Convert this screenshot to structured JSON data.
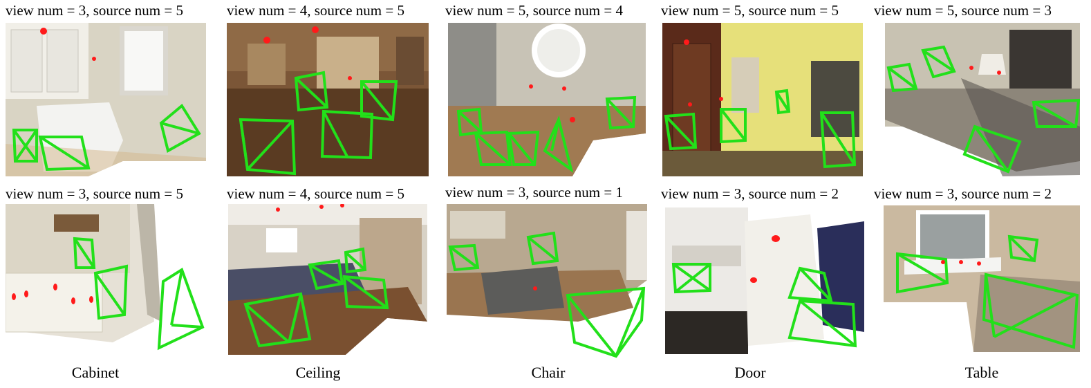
{
  "categories": [
    "Cabinet",
    "Ceiling",
    "Chair",
    "Door",
    "Table"
  ],
  "captions": {
    "r0": [
      "view num = 3, source num = 5",
      "view num = 4, source num = 5",
      "view num = 5, source num = 4",
      "view num = 5, source num = 5",
      "view num = 5, source num = 3"
    ],
    "r1": [
      "view num = 3, source num = 5",
      "view num = 4, source num = 5",
      "view num = 3, source num = 1",
      "view num = 3, source num = 2",
      "view num = 3, source num = 2"
    ]
  },
  "marker_colors": {
    "camera": "#22e01a",
    "vertex": "#e040e0",
    "source": "#ff1a1a"
  }
}
